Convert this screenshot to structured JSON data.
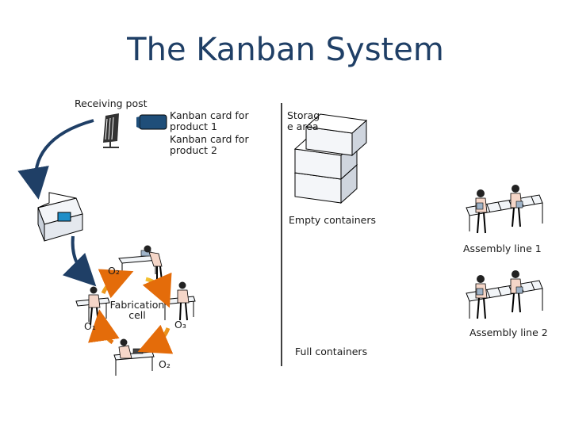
{
  "title": "The Kanban System",
  "labels": {
    "receiving_post": "Receiving post",
    "kanban_card_1_line1": "Kanban card for",
    "kanban_card_1_line2": "product 1",
    "kanban_card_2_line1": "Kanban card for",
    "kanban_card_2_line2": "product 2",
    "storage_line1": "Storag",
    "storage_line2": "e area",
    "empty_containers": "Empty containers",
    "full_containers": "Full containers",
    "assembly_line_1": "Assembly line 1",
    "assembly_line_2": "Assembly line 2",
    "fabrication_line1": "Fabrication",
    "fabrication_line2": "cell",
    "o1": "O₁",
    "o2_top": "O₂",
    "o2_bottom": "O₂",
    "o3": "O₃"
  },
  "colors": {
    "title": "#1f3f66",
    "arrow": "#1f3f66",
    "card": "#1f4e79",
    "container_light": "#e8ecf1",
    "cycle_arrow_start": "#f4c430",
    "cycle_arrow_end": "#e46c0a"
  }
}
